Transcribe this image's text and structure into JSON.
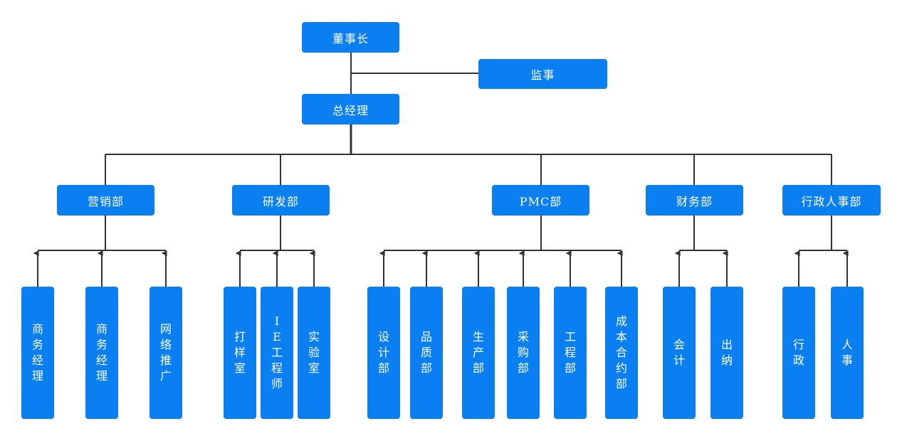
{
  "colors": {
    "box": "#0a7ff2",
    "text": "#ffffff",
    "line": "#333333"
  },
  "chairman": "董事长",
  "supervisor": "监事",
  "general_manager": "总经理",
  "departments": [
    {
      "name": "营销部",
      "units": [
        "商务经理",
        "商务经理",
        "网络推广"
      ]
    },
    {
      "name": "研发部",
      "units": [
        "打样室",
        "IE工程师",
        "实验室"
      ]
    },
    {
      "name": "PMC部",
      "units": [
        "设计部",
        "品质部",
        "生产部",
        "采购部",
        "工程部",
        "成本合约部"
      ]
    },
    {
      "name": "财务部",
      "units": [
        "会计",
        "出纳"
      ]
    },
    {
      "name": "行政人事部",
      "units": [
        "行政",
        "人事"
      ]
    }
  ]
}
